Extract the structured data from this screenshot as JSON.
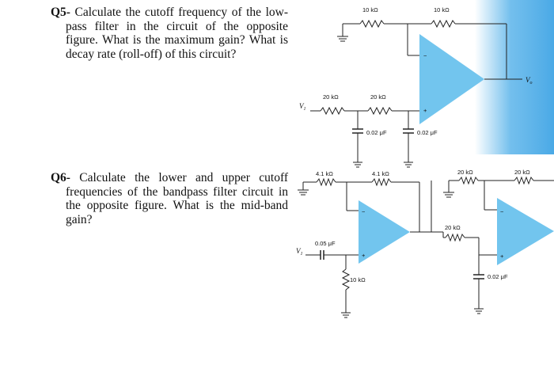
{
  "q5": {
    "number": "Q5-",
    "text": "Calculate the cutoff frequency of the low-pass filter in the circuit of the opposite figure. What is the maximum gain? What is decay rate (roll-off) of this circuit?"
  },
  "q6": {
    "number": "Q6-",
    "text": "Calculate the lower and upper cutoff frequencies of the bandpass filter circuit in the opposite figure. What is the mid-band gain?"
  },
  "fig1": {
    "r_top1": "10 kΩ",
    "r_top2": "10 kΩ",
    "r_in1": "20 kΩ",
    "r_in2": "20 kΩ",
    "c1": "0.02 μF",
    "c2": "0.02 μF",
    "vin": "V",
    "vin_sub": "1",
    "vout": "V",
    "vout_sub": "o",
    "minus": "−",
    "plus": "+"
  },
  "fig2": {
    "r_a": "4.1 kΩ",
    "r_b": "4.1 kΩ",
    "c_in": "0.05 μF",
    "r_shunt": "10 kΩ",
    "r_c": "20 kΩ",
    "r_d": "20 kΩ",
    "r_e": "20 kΩ",
    "c_shunt": "0.02 μF",
    "vin": "V",
    "vin_sub": "1",
    "minus1": "−",
    "plus1": "+",
    "minus2": "−",
    "plus2": "+"
  },
  "colors": {
    "opamp": "#72c5ee",
    "panel": "#5bb4ea",
    "wire": "#222222"
  }
}
